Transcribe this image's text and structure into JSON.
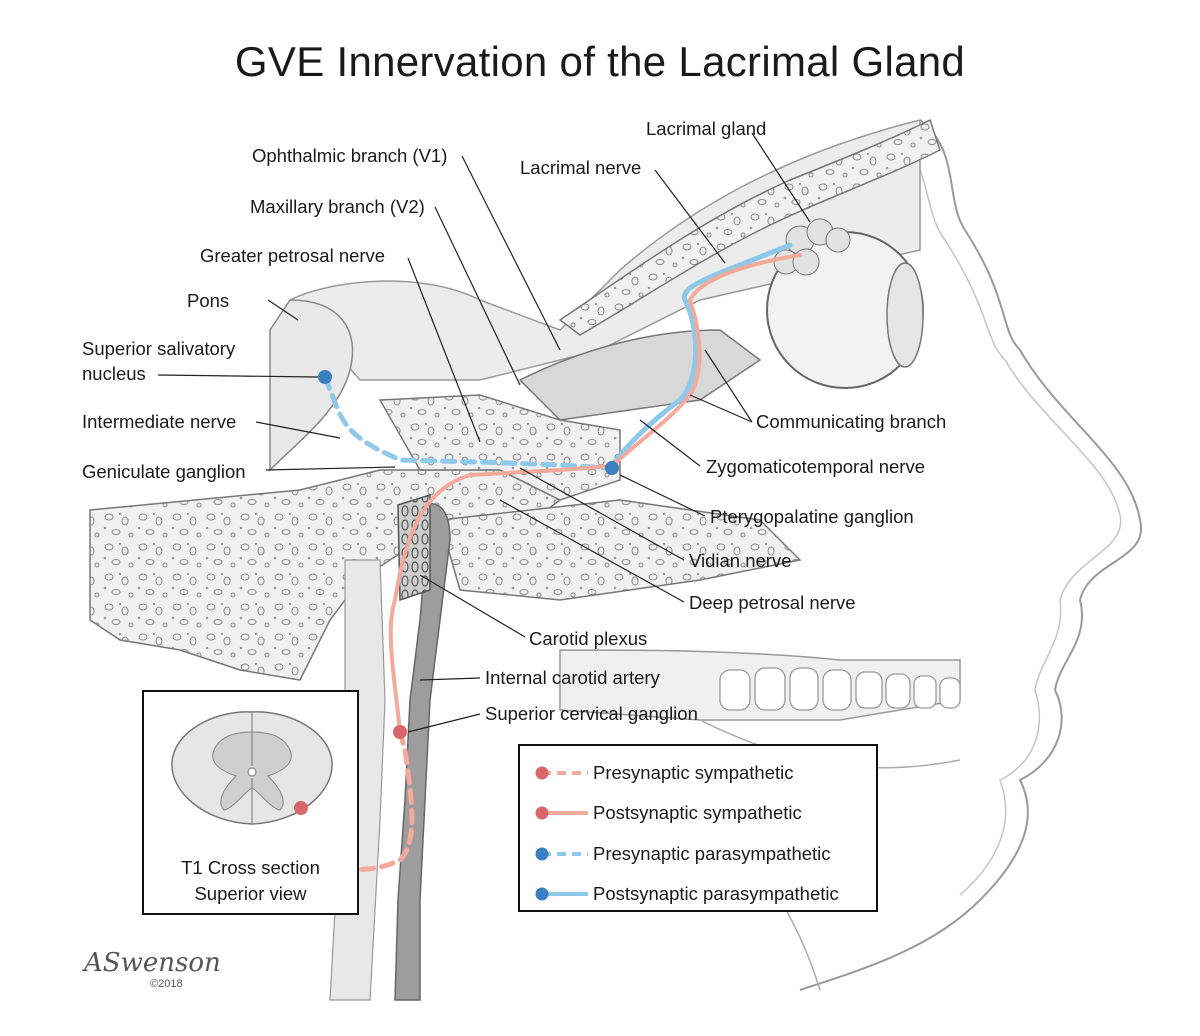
{
  "title": "GVE Innervation of the Lacrimal Gland",
  "labels": {
    "lacrimal_gland": "Lacrimal gland",
    "ophthalmic_branch": "Ophthalmic branch (V1)",
    "lacrimal_nerve": "Lacrimal nerve",
    "maxillary_branch": "Maxillary branch (V2)",
    "greater_petrosal": "Greater petrosal nerve",
    "pons": "Pons",
    "ssn_line1": "Superior salivatory",
    "ssn_line2": "nucleus",
    "intermediate_nerve": "Intermediate nerve",
    "geniculate_ganglion": "Geniculate ganglion",
    "communicating_branch": "Communicating branch",
    "zygomaticotemporal": "Zygomaticotemporal nerve",
    "pterygopalatine": "Pterygopalatine ganglion",
    "vidian_nerve": "Vidian nerve",
    "deep_petrosal": "Deep petrosal nerve",
    "carotid_plexus": "Carotid plexus",
    "internal_carotid": "Internal carotid artery",
    "superior_cervical": "Superior cervical ganglion"
  },
  "legend": [
    {
      "label": "Presynaptic sympathetic",
      "color": "#f3a99b",
      "dot": "#d9666b",
      "style": "dashed"
    },
    {
      "label": "Postsynaptic sympathetic",
      "color": "#f3a99b",
      "dot": "#d9666b",
      "style": "solid"
    },
    {
      "label": "Presynaptic parasympathetic",
      "color": "#8ec9ea",
      "dot": "#3b7fc0",
      "style": "dashed"
    },
    {
      "label": "Postsynaptic parasympathetic",
      "color": "#8ec9ea",
      "dot": "#3b7fc0",
      "style": "solid"
    }
  ],
  "inset": {
    "caption_line1": "T1 Cross section",
    "caption_line2": "Superior view"
  },
  "signature": {
    "name": "ASwenson",
    "year": "©2018"
  }
}
